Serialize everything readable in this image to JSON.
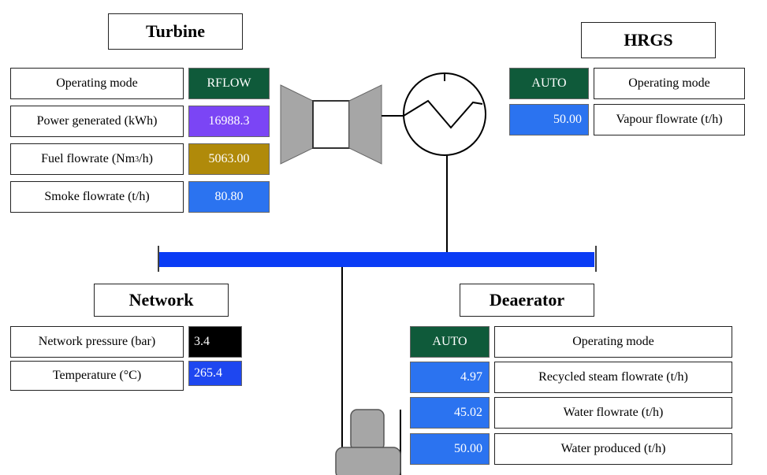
{
  "colors": {
    "mode_green": "#0f5a3a",
    "value_blue": "#2b73f0",
    "power_purple": "#7b45f5",
    "fuel_olive": "#b08a0a",
    "pressure_black": "#000000",
    "temp_blue": "#1e47f0",
    "header_bar": "#0a3cf5"
  },
  "turbine": {
    "title": "Turbine",
    "operating_mode_label": "Operating mode",
    "operating_mode_value": "RFLOW",
    "power_label": "Power generated (kWh)",
    "power_value": "16988.3",
    "fuel_label_main": "Fuel flowrate (Nm",
    "fuel_label_sup": "3",
    "fuel_label_end": "/h)",
    "fuel_value": "5063.00",
    "smoke_label": "Smoke flowrate (t/h)",
    "smoke_value": "80.80"
  },
  "hrgs": {
    "title": "HRGS",
    "operating_mode_value": "AUTO",
    "operating_mode_label": "Operating mode",
    "vapour_value": "50.00",
    "vapour_label": "Vapour flowrate (t/h)"
  },
  "network": {
    "title": "Network",
    "pressure_label": "Network pressure (bar)",
    "pressure_value": "3.4",
    "temperature_label": "Temperature (°C)",
    "temperature_value": "265.4"
  },
  "deaerator": {
    "title": "Deaerator",
    "operating_mode_value": "AUTO",
    "operating_mode_label": "Operating mode",
    "recycled_value": "4.97",
    "recycled_label": "Recycled steam flowrate (t/h)",
    "water_flow_value": "45.02",
    "water_flow_label": "Water flowrate (t/h)",
    "water_produced_value": "50.00",
    "water_produced_label": "Water produced (t/h)"
  }
}
